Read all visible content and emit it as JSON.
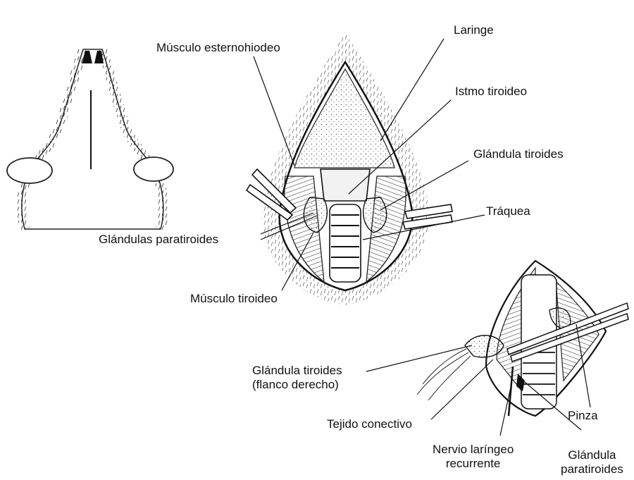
{
  "labels": {
    "sternohyoid": "Músculo esternohiodeo",
    "larynx": "Laringe",
    "isthmus": "Istmo tiroideo",
    "thyroid": "Glándula tiroides",
    "trachea": "Tráquea",
    "parathyroids": "Glándulas paratiroides",
    "thyroid_muscle": "Músculo tiroideo",
    "thyroid_right_line1": "Glándula tiroides",
    "thyroid_right_line2": "(flanco derecho)",
    "connective": "Tejido conectivo",
    "forceps": "Pinza",
    "nerve_line1": "Nervio laríngeo",
    "nerve_line2": "recurrente",
    "parathyroid_line1": "Glándula",
    "parathyroid_line2": "paratiroides"
  },
  "colors": {
    "ink": "#111111",
    "background": "#ffffff",
    "tissue_fill": "#e9e9e9",
    "muscle_fill": "#cfcfcf"
  }
}
